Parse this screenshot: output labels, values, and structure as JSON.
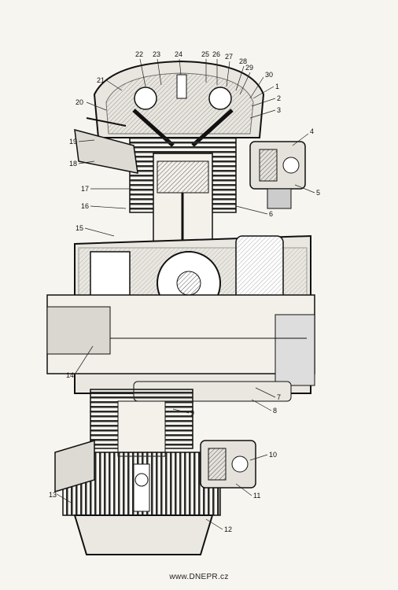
{
  "figure": {
    "callouts": [
      "1",
      "2",
      "3",
      "4",
      "5",
      "6",
      "7",
      "8",
      "9",
      "10",
      "11",
      "12",
      "13",
      "14",
      "15",
      "16",
      "17",
      "18",
      "19",
      "20",
      "21",
      "22",
      "23",
      "24",
      "25",
      "26",
      "27",
      "28",
      "29",
      "30"
    ]
  },
  "footer": {
    "watermark": "www.DNEPR.cz"
  }
}
